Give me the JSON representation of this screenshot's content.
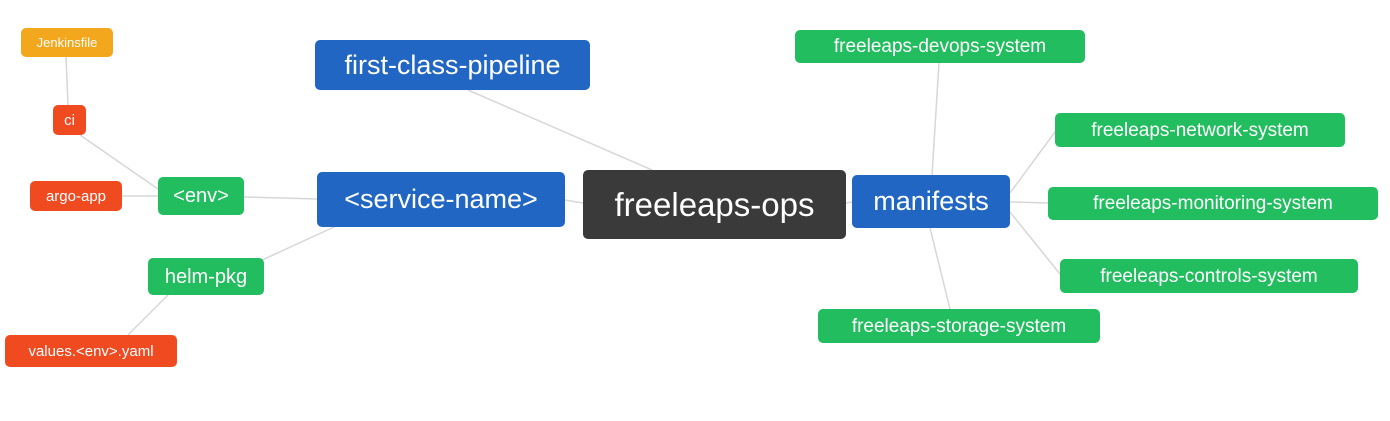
{
  "diagram": {
    "nodes": {
      "root": {
        "label": "freeleaps-ops"
      },
      "first_pipeline": {
        "label": "first-class-pipeline"
      },
      "service_name": {
        "label": "<service-name>"
      },
      "manifests": {
        "label": "manifests"
      },
      "env": {
        "label": "<env>"
      },
      "helm_pkg": {
        "label": "helm-pkg"
      },
      "ci": {
        "label": "ci"
      },
      "argo_app": {
        "label": "argo-app"
      },
      "jenkinsfile": {
        "label": "Jenkinsfile"
      },
      "values_yaml": {
        "label": "values.<env>.yaml"
      },
      "devops_system": {
        "label": "freeleaps-devops-system"
      },
      "network_system": {
        "label": "freeleaps-network-system"
      },
      "monitoring_system": {
        "label": "freeleaps-monitoring-system"
      },
      "controls_system": {
        "label": "freeleaps-controls-system"
      },
      "storage_system": {
        "label": "freeleaps-storage-system"
      }
    },
    "edges": [
      [
        "jenkinsfile",
        "ci"
      ],
      [
        "ci",
        "env"
      ],
      [
        "argo_app",
        "env"
      ],
      [
        "env",
        "service_name"
      ],
      [
        "service_name",
        "helm_pkg"
      ],
      [
        "helm_pkg",
        "values_yaml"
      ],
      [
        "first_pipeline",
        "root"
      ],
      [
        "service_name",
        "root"
      ],
      [
        "root",
        "manifests"
      ],
      [
        "manifests",
        "devops_system"
      ],
      [
        "manifests",
        "network_system"
      ],
      [
        "manifests",
        "monitoring_system"
      ],
      [
        "manifests",
        "controls_system"
      ],
      [
        "manifests",
        "storage_system"
      ]
    ],
    "colors": {
      "blue": "#2166c2",
      "dark": "#3a3a3a",
      "green": "#21bd5e",
      "red": "#f04a21",
      "amber": "#f3a71c",
      "edge": "#d7d7d7"
    }
  }
}
